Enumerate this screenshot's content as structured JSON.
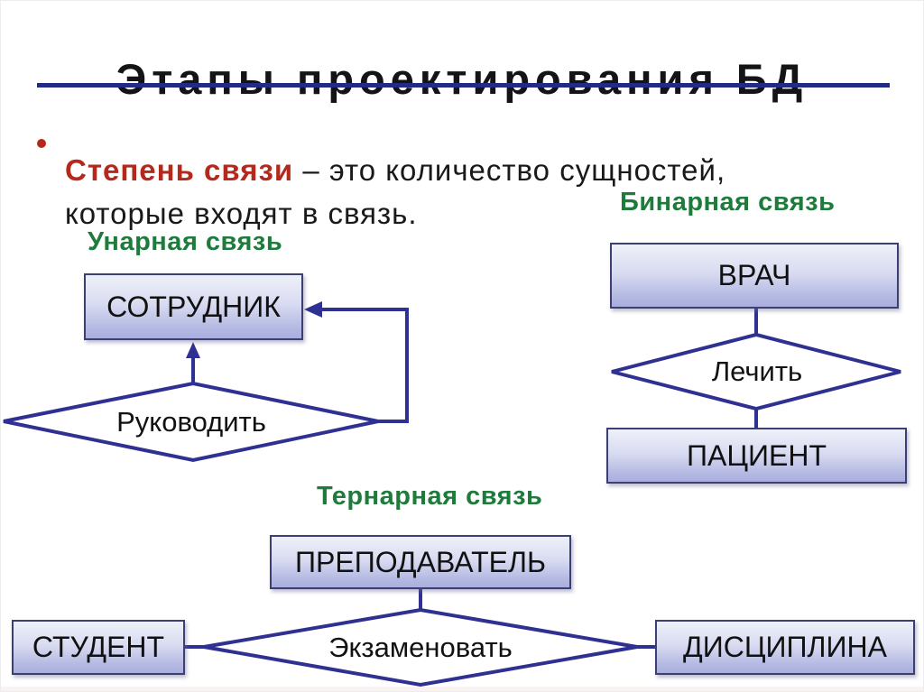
{
  "slide": {
    "title": "Этапы проектирования БД",
    "bullet": {
      "term": "Степень связи",
      "definition": " – это количество сущностей, которые входят в связь."
    },
    "sections": {
      "unary": {
        "heading": "Унарная связь",
        "entity": "СОТРУДНИК",
        "relation": "Руководить"
      },
      "binary": {
        "heading": "Бинарная связь",
        "entity_top": "ВРАЧ",
        "entity_bottom": "ПАЦИЕНТ",
        "relation": "Лечить"
      },
      "ternary": {
        "heading": "Тернарная связь",
        "entity_top": "ПРЕПОДАВАТЕЛЬ",
        "entity_left": "СТУДЕНТ",
        "entity_right": "ДИСЦИПЛИНА",
        "relation": "Экзаменовать"
      }
    },
    "colors": {
      "accent_red": "#b5291c",
      "accent_green": "#1e7b3b",
      "line_blue": "#2e3191",
      "underline_navy": "#232a85",
      "box_border": "#3b3f74",
      "box_fill_top": "#eef0f9",
      "box_fill_bottom": "#a9aedd"
    }
  }
}
